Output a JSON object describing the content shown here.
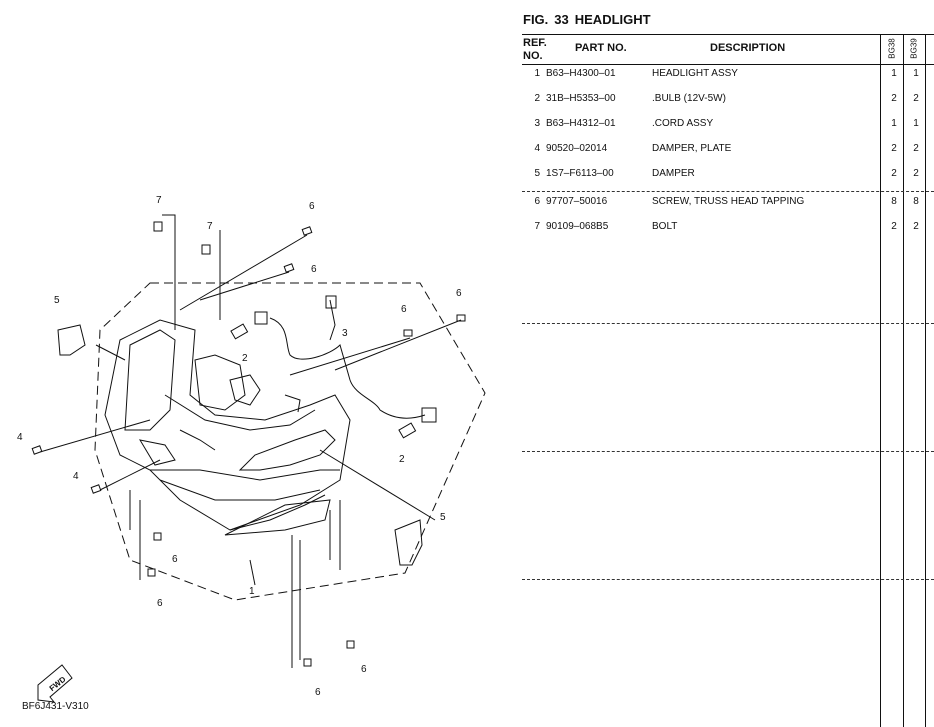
{
  "figure": {
    "label": "FIG.",
    "number": "33",
    "title": "HEADLIGHT"
  },
  "table": {
    "headers": {
      "ref_line1": "REF.",
      "ref_line2": "NO.",
      "part_no": "PART NO.",
      "description": "DESCRIPTION",
      "model_1": "BG38",
      "model_2": "BG39"
    },
    "rows": [
      {
        "ref": "1",
        "part_no": "B63–H4300–01",
        "description": "HEADLIGHT ASSY",
        "q1": "1",
        "q2": "1"
      },
      {
        "ref": "2",
        "part_no": "31B–H5353–00",
        "description": ".BULB (12V-5W)",
        "q1": "2",
        "q2": "2"
      },
      {
        "ref": "3",
        "part_no": "B63–H4312–01",
        "description": ".CORD ASSY",
        "q1": "1",
        "q2": "1"
      },
      {
        "ref": "4",
        "part_no": "90520–02014",
        "description": "DAMPER, PLATE",
        "q1": "2",
        "q2": "2"
      },
      {
        "ref": "5",
        "part_no": "1S7–F6113–00",
        "description": "DAMPER",
        "q1": "2",
        "q2": "2"
      },
      {
        "ref": "6",
        "part_no": "97707–50016",
        "description": "SCREW, TRUSS HEAD TAPPING",
        "q1": "8",
        "q2": "8"
      },
      {
        "ref": "7",
        "part_no": "90109–068B5",
        "description": "BOLT",
        "q1": "2",
        "q2": "2"
      }
    ]
  },
  "diagram": {
    "code": "BF6J431-V310",
    "fwd_label": "FWD",
    "callouts": {
      "c1": "1",
      "c2a": "2",
      "c2b": "2",
      "c3": "3",
      "c4a": "4",
      "c4b": "4",
      "c5a": "5",
      "c5b": "5",
      "c6a": "6",
      "c6b": "6",
      "c6c": "6",
      "c6d": "6",
      "c6e": "6",
      "c6f": "6",
      "c6g": "6",
      "c6h": "6",
      "c7a": "7",
      "c7b": "7"
    }
  }
}
